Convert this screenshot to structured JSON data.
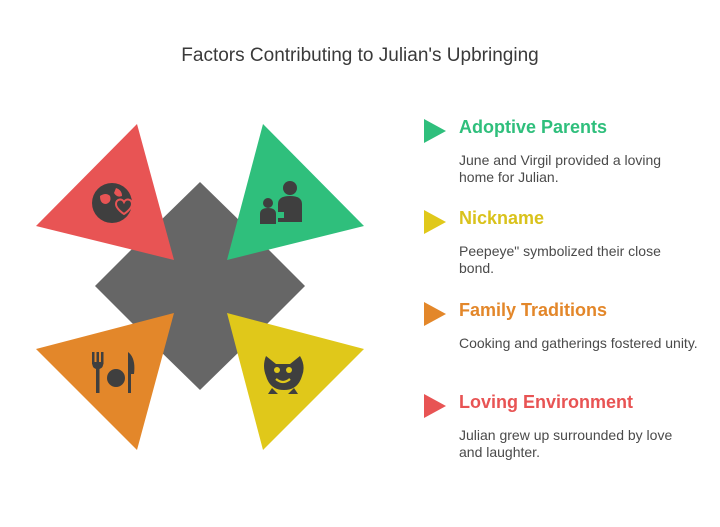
{
  "title": "Factors Contributing to Julian's Upbringing",
  "colors": {
    "center": "#666666",
    "red": "#e85454",
    "green": "#2fbf7c",
    "yellow": "#e0c81a",
    "orange": "#e3872a",
    "icon": "#3f3f3f"
  },
  "items": [
    {
      "heading": "Adoptive Parents",
      "description": "June and Virgil provided a loving home for Julian.",
      "color": "#2fbf7c",
      "icon": "parent-child-icon"
    },
    {
      "heading": "Nickname",
      "description": "Peepeye\" symbolized their close bond.",
      "color": "#d9c21c",
      "icon": "cat-face-icon"
    },
    {
      "heading": "Family Traditions",
      "description": "Cooking and gatherings fostered unity.",
      "color": "#e3872a",
      "icon": "fork-knife-icon"
    },
    {
      "heading": "Loving Environment",
      "description": "Julian grew up surrounded by love and laughter.",
      "color": "#e85454",
      "icon": "globe-heart-icon"
    }
  ]
}
